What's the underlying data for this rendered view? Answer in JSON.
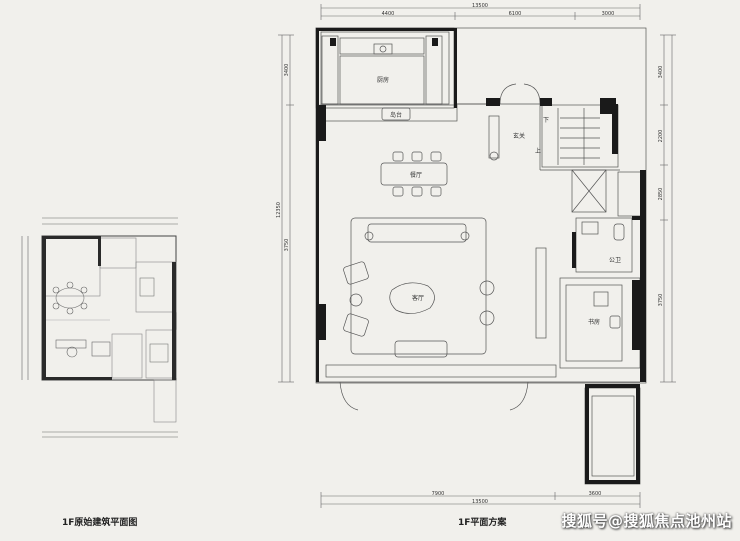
{
  "captions": {
    "left": "1F原始建筑平面图",
    "right": "1F平面方案"
  },
  "watermark": "搜狐号@搜狐焦点池州站",
  "rooms": {
    "kitchen": "厨房",
    "island": "岛台",
    "dining": "餐厅",
    "living": "客厅",
    "entry": "玄关",
    "down": "下",
    "up": "上",
    "bath": "公卫",
    "study": "书房"
  },
  "dims": {
    "top_total": "13500",
    "top_seg1": "4400",
    "top_seg2": "6100",
    "top_seg3": "3000",
    "bottom_total": "13500",
    "bottom_seg1": "7900",
    "bottom_seg2": "3600",
    "left_total": "12350",
    "left_seg1": "3400",
    "left_seg2": "3750",
    "right_seg1": "3400",
    "right_seg2": "2200",
    "right_seg3": "2850",
    "right_seg4": "3750"
  },
  "colors": {
    "background": "#f1f0ec",
    "wall": "#1a1a1a",
    "line": "#555555"
  }
}
